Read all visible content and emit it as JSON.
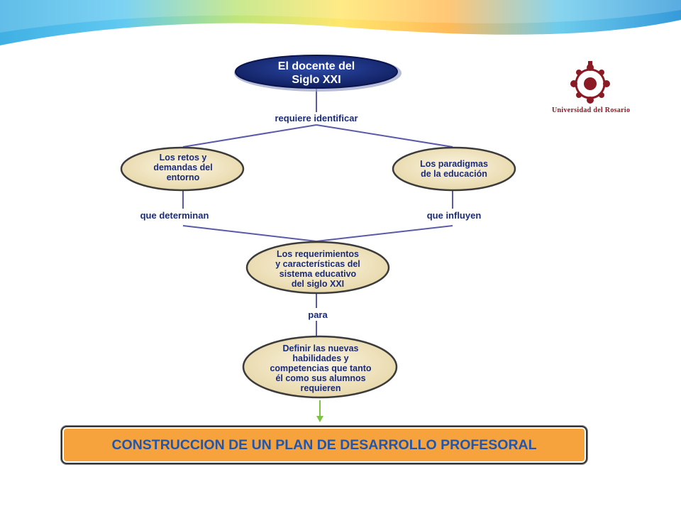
{
  "diagram": {
    "root": {
      "lines": [
        "El docente del",
        "Siglo XXI"
      ]
    },
    "links": {
      "requires": "requiere identificar",
      "left": "que determinan",
      "right": "que influyen",
      "for": "para"
    },
    "nodes": {
      "left": {
        "lines": [
          "Los retos y",
          "demandas del",
          "entorno"
        ]
      },
      "right": {
        "lines": [
          "Los paradigmas",
          "de la educación"
        ]
      },
      "middle": {
        "lines": [
          "Los requerimientos",
          "y características del",
          "sistema educativo",
          "del siglo XXI"
        ]
      },
      "bottom": {
        "lines": [
          "Definir las nuevas",
          "habilidades y",
          "competencias que tanto",
          "él como sus alumnos",
          "requieren"
        ]
      }
    }
  },
  "logo": {
    "name": "Universidad del Rosario",
    "color": "#8b1a24"
  },
  "banner": {
    "text": "CONSTRUCCION DE UN PLAN DE DESARROLLO PROFESORAL",
    "bg": "#f6a33e",
    "text_color": "#1f56b0"
  },
  "colors": {
    "root_fill": "#1a2b7a",
    "node_fill": "#f1e6c3",
    "node_text": "#1a2b7a",
    "line": "#5a5aa8",
    "arrow": "#7dc242"
  }
}
